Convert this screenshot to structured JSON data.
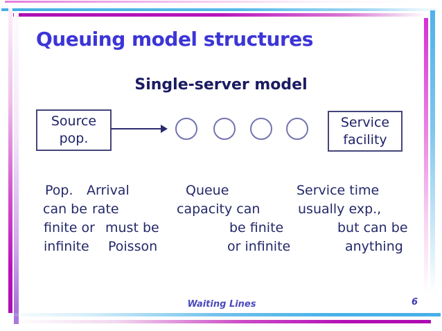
{
  "slide": {
    "title": "Queuing model structures",
    "subtitle": "Single-server model",
    "footer_text": "Waiting Lines",
    "page_number": "6"
  },
  "diagram": {
    "source_box": {
      "line1": "Source",
      "line2": "pop."
    },
    "service_box": {
      "line1": "Service",
      "line2": "facility"
    },
    "queue_circle_count": 4
  },
  "notes": {
    "rows": [
      [
        "Pop.",
        "Arrival",
        "Queue",
        "Service time"
      ],
      [
        "can be",
        "rate",
        "capacity can",
        "usually exp.,"
      ],
      [
        "finite or",
        "must be",
        "be finite",
        "but can be"
      ],
      [
        "infinite",
        "Poisson",
        "or infinite",
        "anything"
      ]
    ]
  },
  "colors": {
    "title_blue": "#3c35d6",
    "heading_navy": "#1b1b62",
    "body_navy": "#232868",
    "box_border": "#44447a",
    "circle_border": "#7373b0",
    "arrow": "#2b2b6b",
    "accent_magenta": "#b712ba",
    "accent_cyan": "#54b7e8",
    "accent_purple": "#a875da",
    "footer_blue": "#4d49bd"
  }
}
